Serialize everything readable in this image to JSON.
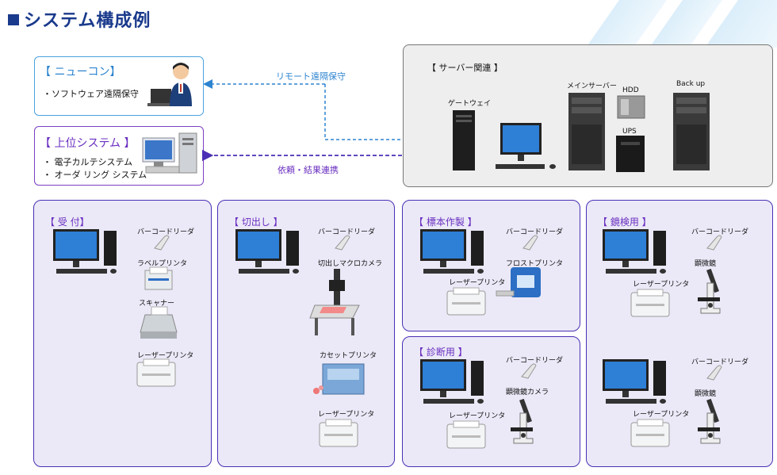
{
  "title": "システム構成例",
  "nyucon": {
    "title": "【 ニューコン】",
    "items": [
      "・ソフトウェア遠隔保守"
    ]
  },
  "upper": {
    "title": "【 上位システム 】",
    "items": [
      "・ 電子カルテシステム",
      "・ オーダ リング システム"
    ]
  },
  "links": {
    "remote": "リモート遠隔保守",
    "request": "依頼・結果連携"
  },
  "server": {
    "title": "【 サーバー関連 】",
    "gateway": "ゲートウェイ",
    "main": "メインサーバー",
    "hdd": "HDD",
    "ups": "UPS",
    "backup": "Back up"
  },
  "panels": {
    "reception": {
      "title": "【 受  付】",
      "barcode": "バーコードリーダ",
      "label_printer": "ラベルプリンタ",
      "scanner": "スキャナー",
      "laser": "レーザープリンタ"
    },
    "cutting": {
      "title": "【 切出し 】",
      "barcode": "バーコードリーダ",
      "macro": "切出しマクロカメラ",
      "cassette": "カセットプリンタ",
      "laser": "レーザープリンタ"
    },
    "specimen": {
      "title": "【 標本作製 】",
      "barcode": "バーコードリーダ",
      "frost": "フロストプリンタ",
      "laser": "レーザープリンタ"
    },
    "diagnosis": {
      "title": "【 診断用 】",
      "barcode": "バーコードリーダ",
      "camera": "顕微鏡カメラ",
      "laser": "レーザープリンタ"
    },
    "microscopy": {
      "title": "【 鏡検用 】",
      "barcode1": "バーコードリーダ",
      "scope1": "顕微鏡",
      "laser1": "レーザープリンタ",
      "barcode2": "バーコードリーダ",
      "scope2": "顕微鏡",
      "laser2": "レーザープリンタ"
    }
  },
  "colors": {
    "accent": "#1a3a8c",
    "panel_border": "#4b2fb5",
    "remote_line": "#2d84d0",
    "request_line": "#4b2fb5"
  }
}
